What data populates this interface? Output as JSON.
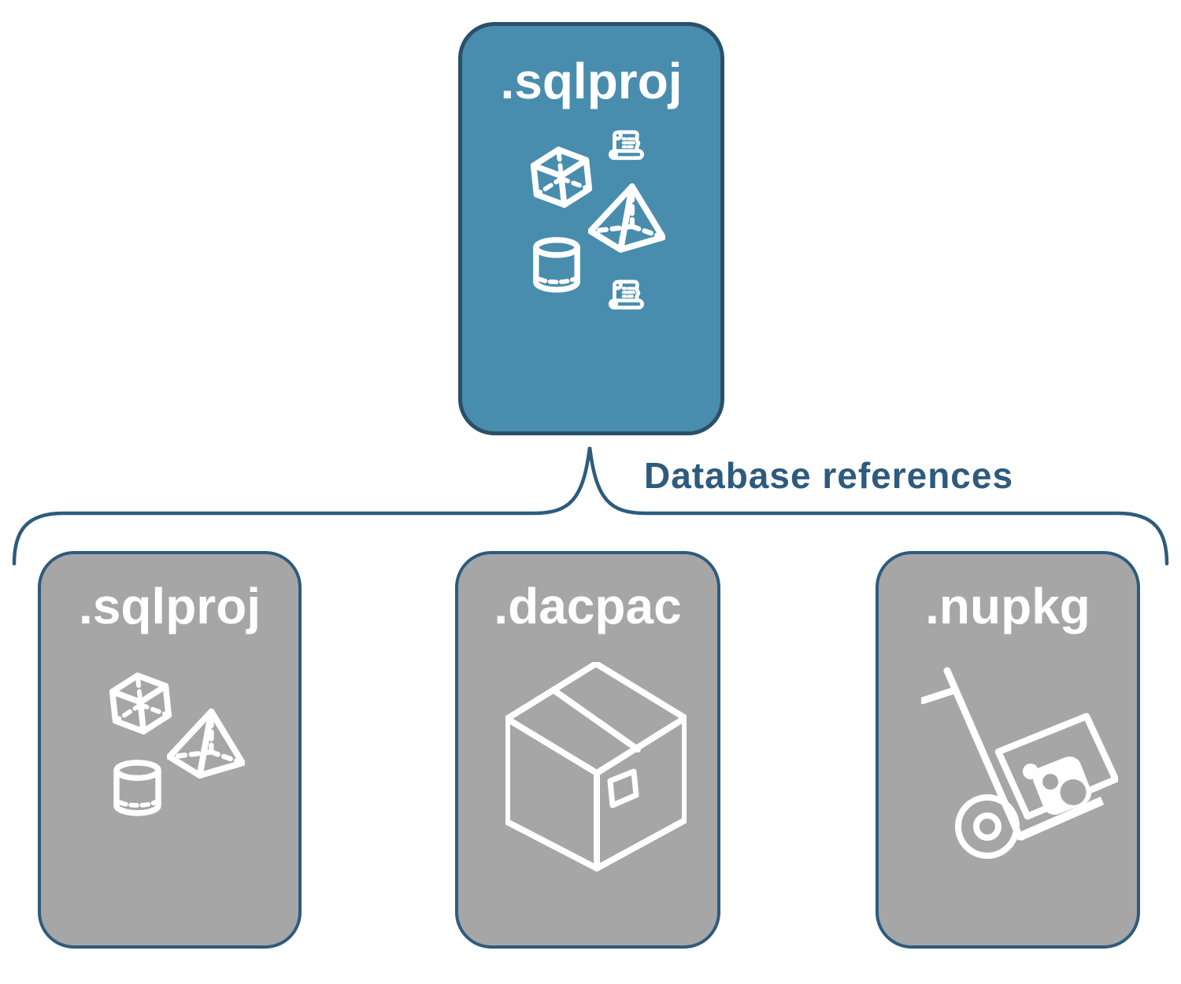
{
  "diagram": {
    "connector_label": "Database references",
    "parent": {
      "label": ".sqlproj",
      "icons": [
        "cube-icon",
        "script-scroll-icon",
        "pyramid-icon",
        "cylinder-icon",
        "script-scroll-icon"
      ]
    },
    "children": [
      {
        "label": ".sqlproj",
        "icons": [
          "cube-icon",
          "pyramid-icon",
          "cylinder-icon"
        ]
      },
      {
        "label": ".dacpac",
        "icons": [
          "package-box-icon"
        ]
      },
      {
        "label": ".nupkg",
        "icons": [
          "hand-truck-package-icon"
        ]
      }
    ],
    "colors": {
      "parent_fill": "#488DAD",
      "parent_border": "#2A5068",
      "child_fill": "#A6A6A6",
      "child_border": "#2E5B7D",
      "connector": "#2E5B7D",
      "icon": "#FFFFFF",
      "background": "#FFFFFF"
    }
  }
}
